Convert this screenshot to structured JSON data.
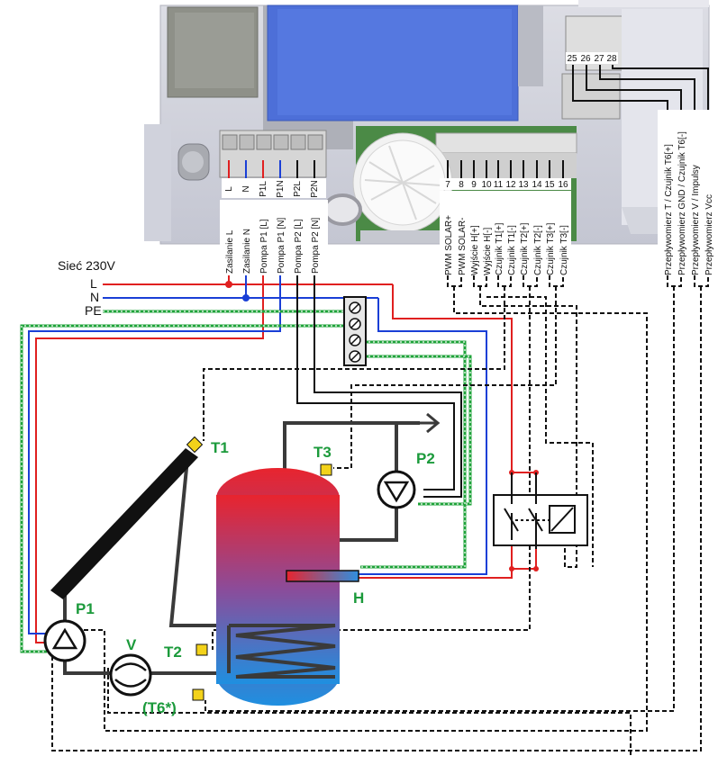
{
  "supply": {
    "title": "Sieć 230V",
    "lines": [
      "L",
      "N",
      "PE"
    ]
  },
  "terminals_left": {
    "codes": [
      "L",
      "N",
      "P1L",
      "P1N",
      "P2L",
      "P2N"
    ],
    "labels": [
      "Zasilanie L",
      "Zasilanie N",
      "Pompa P1 [L]",
      "Pompa P1 [N]",
      "Pompa P2 [L]",
      "Pompa P2 [N]"
    ]
  },
  "terminals_mid": {
    "numbers": [
      "7",
      "8",
      "9",
      "10",
      "11",
      "12",
      "13",
      "14",
      "15",
      "16"
    ],
    "labels": [
      "PWM SOLAR+",
      "PWM SOLAR-",
      "Wyjście H[+]",
      "Wyjście H[-]",
      "Czujnik T1[+]",
      "Czujnik T1[-]",
      "Czujnik T2[+]",
      "Czujnik T2[-]",
      "Czujnik T3[+]",
      "Czujnik T3[-]"
    ]
  },
  "terminals_right": {
    "numbers": [
      "25",
      "26",
      "27",
      "28"
    ],
    "labels": [
      "Przepływomierz T / Czujnik T6[+]",
      "Przepływomierz GND / Czujnik T6[-]",
      "Przepływomierz V / Impulsy",
      "Przepływomierz Vcc"
    ]
  },
  "components": {
    "T1": "T1",
    "T2": "T2",
    "T3": "T3",
    "T6": "(T6*)",
    "P1": "P1",
    "P2": "P2",
    "V": "V",
    "H": "H"
  },
  "colors": {
    "live": "#e02020",
    "neutral": "#1a3fd6",
    "earth": "#1fa33a",
    "sensor": "#f3d21a",
    "label_green": "#1b9a3b"
  }
}
